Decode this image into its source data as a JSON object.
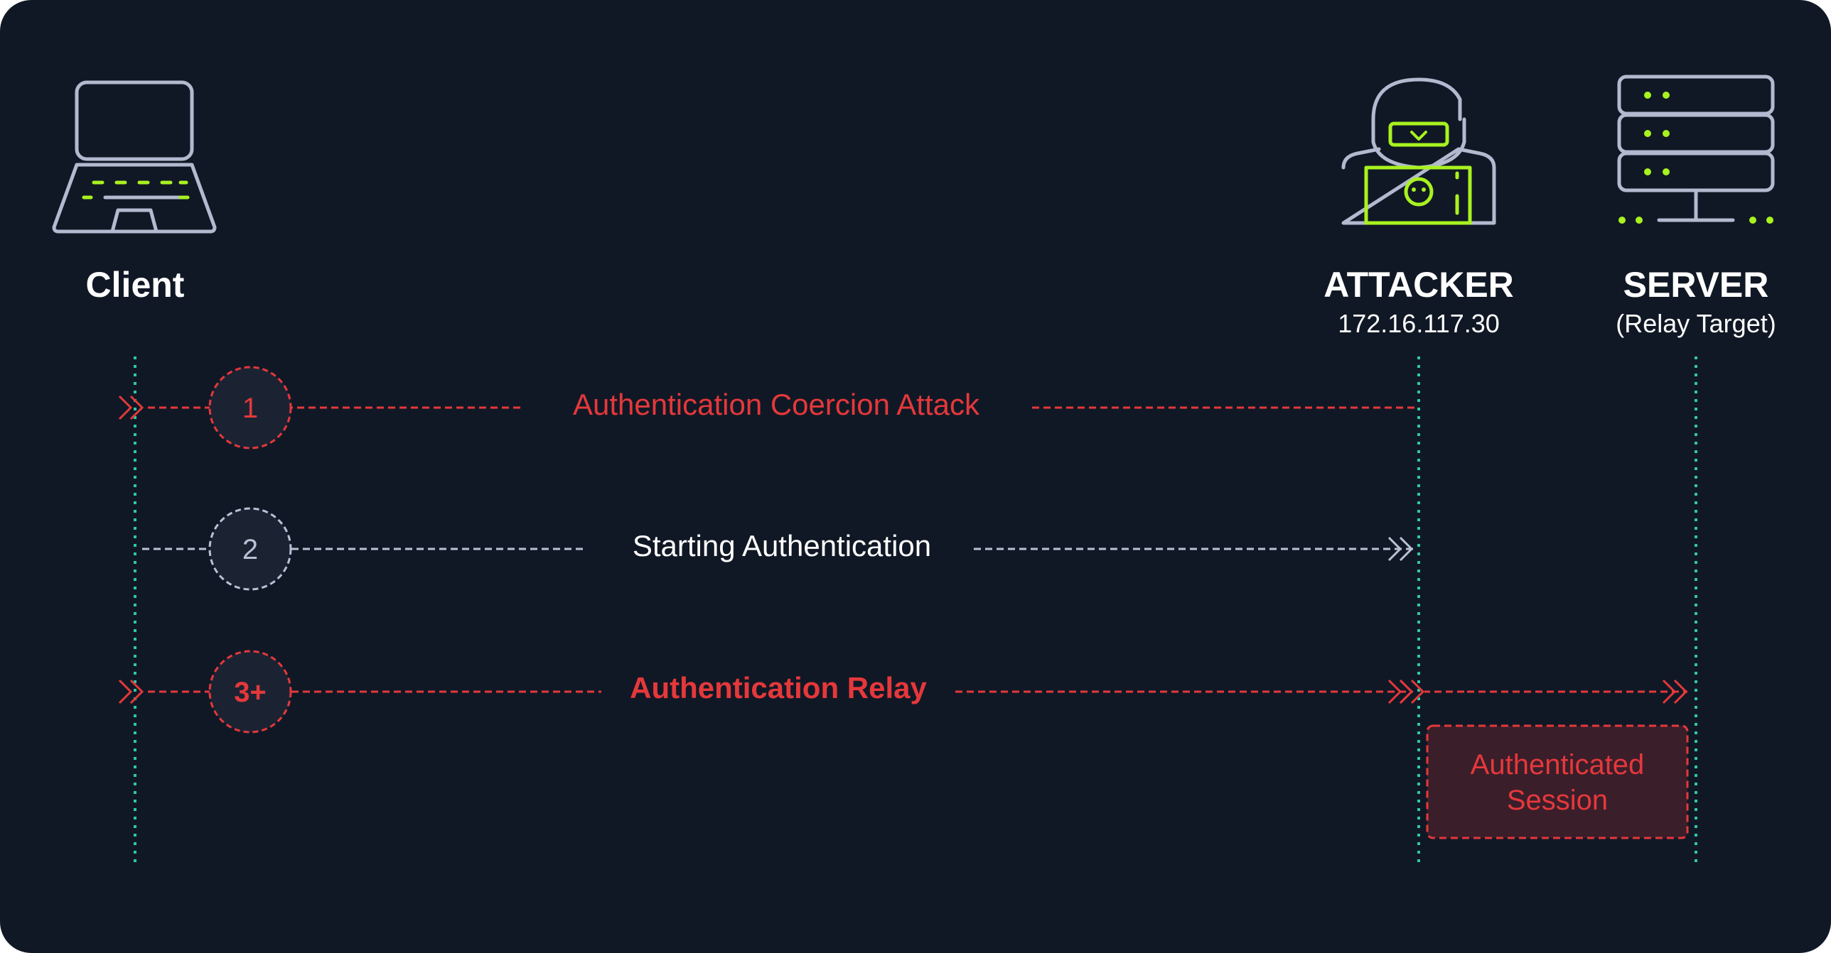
{
  "actors": {
    "client": {
      "label": "Client",
      "icon": "laptop-icon"
    },
    "attacker": {
      "label": "ATTACKER",
      "ip": "172.16.117.30",
      "icon": "hooded-hacker-icon"
    },
    "server": {
      "label": "SERVER",
      "sublabel": "(Relay Target)",
      "icon": "server-rack-icon"
    }
  },
  "steps": [
    {
      "number": "1",
      "label": "Authentication Coercion Attack",
      "color": "#e5383b"
    },
    {
      "number": "2",
      "label": "Starting Authentication",
      "color": "#b9c1d6"
    },
    {
      "number": "3+",
      "label": "Authentication Relay",
      "color": "#e5383b"
    }
  ],
  "session_box": {
    "line1": "Authenticated",
    "line2": "Session"
  },
  "colors": {
    "background": "#111825",
    "lifeline": "#2ec8a6",
    "accent_red": "#e5383b",
    "accent_green": "#a8f21f",
    "icon_stroke": "#b3bad0",
    "text_white": "#ffffff"
  }
}
